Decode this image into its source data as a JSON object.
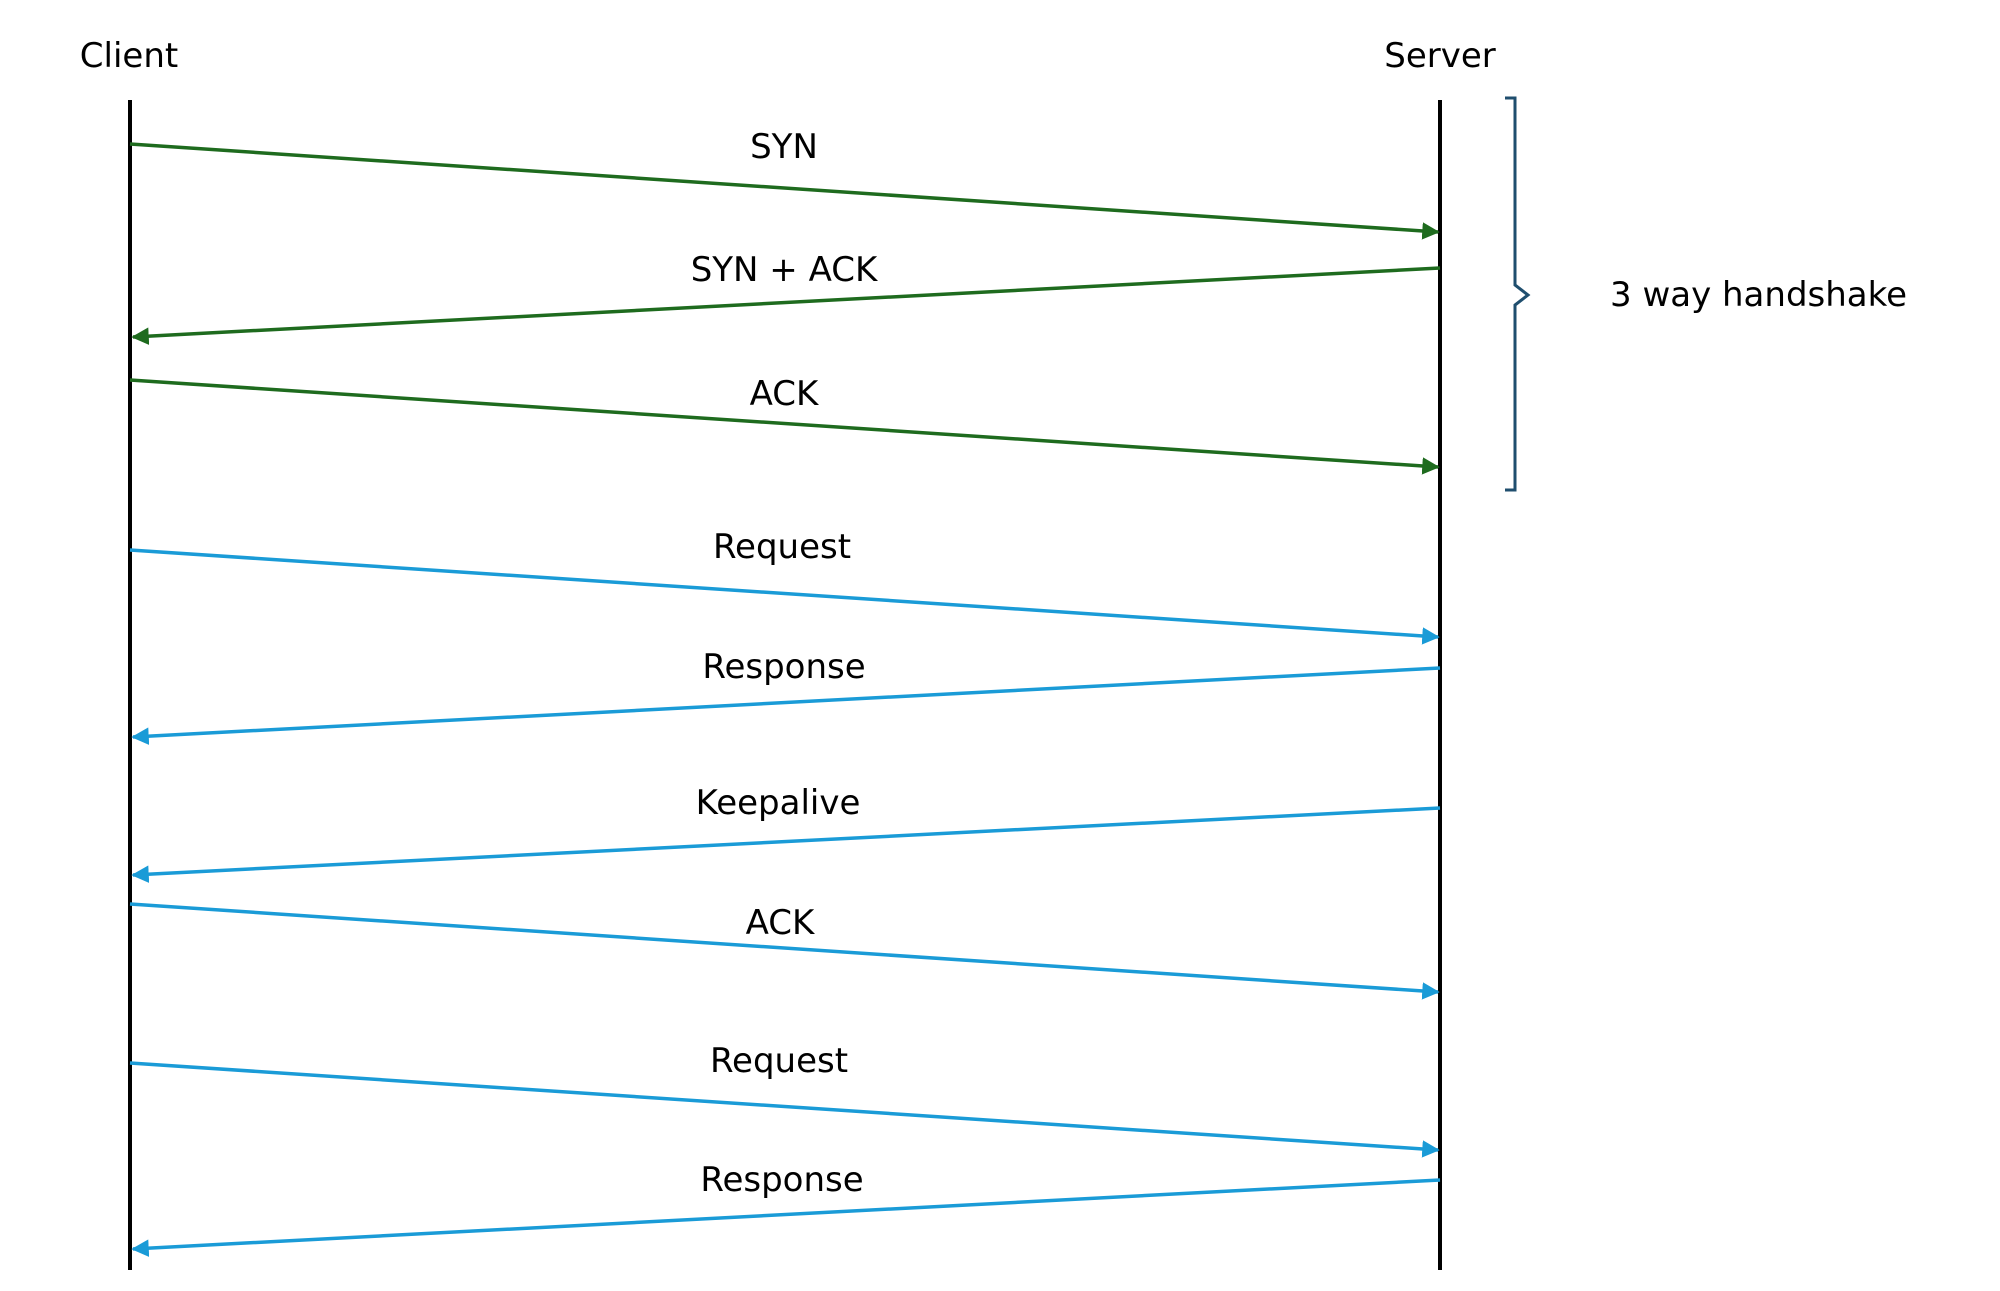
{
  "participants": {
    "client": {
      "label": "Client"
    },
    "server": {
      "label": "Server"
    }
  },
  "colors": {
    "lifeline": "#000000",
    "handshake": "#1e6b1e",
    "data": "#1a9bd7",
    "bracket": "#1f4e6e"
  },
  "messages": [
    {
      "label": "SYN",
      "from": "client",
      "to": "server",
      "kind": "handshake"
    },
    {
      "label": "SYN + ACK",
      "from": "server",
      "to": "client",
      "kind": "handshake"
    },
    {
      "label": "ACK",
      "from": "client",
      "to": "server",
      "kind": "handshake"
    },
    {
      "label": "Request",
      "from": "client",
      "to": "server",
      "kind": "data"
    },
    {
      "label": "Response",
      "from": "server",
      "to": "client",
      "kind": "data"
    },
    {
      "label": "Keepalive",
      "from": "server",
      "to": "client",
      "kind": "data"
    },
    {
      "label": "ACK",
      "from": "client",
      "to": "server",
      "kind": "data"
    },
    {
      "label": "Request",
      "from": "client",
      "to": "server",
      "kind": "data"
    },
    {
      "label": "Response",
      "from": "server",
      "to": "client",
      "kind": "data"
    }
  ],
  "group": {
    "label": "3 way handshake",
    "first_message": 0,
    "last_message": 2
  }
}
